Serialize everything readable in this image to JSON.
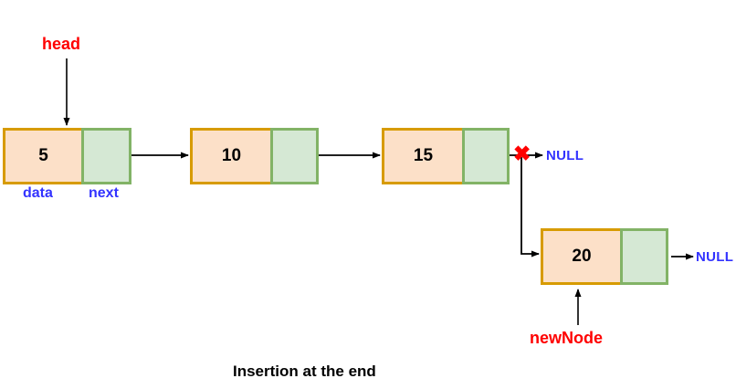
{
  "diagram": {
    "caption": "Insertion at the end",
    "pointer_labels": {
      "head": "head",
      "new_node": "newNode"
    },
    "field_labels": {
      "data": "data",
      "next": "next"
    },
    "null_terminator_old": "NULL",
    "null_terminator_new": "NULL",
    "broken_link_marker": "✖",
    "nodes": [
      {
        "value": "5",
        "role": "head-node"
      },
      {
        "value": "10",
        "role": "middle-node"
      },
      {
        "value": "15",
        "role": "old-tail-node"
      },
      {
        "value": "20",
        "role": "new-node"
      }
    ],
    "colors": {
      "data_fill": "#FCE0C8",
      "data_border": "#D79B00",
      "next_fill": "#D5E8D4",
      "next_border": "#82B366",
      "pointer_text": "#FF0000",
      "label_text": "#3333FF",
      "link": "#000000",
      "break_marker": "#FF0000"
    }
  }
}
